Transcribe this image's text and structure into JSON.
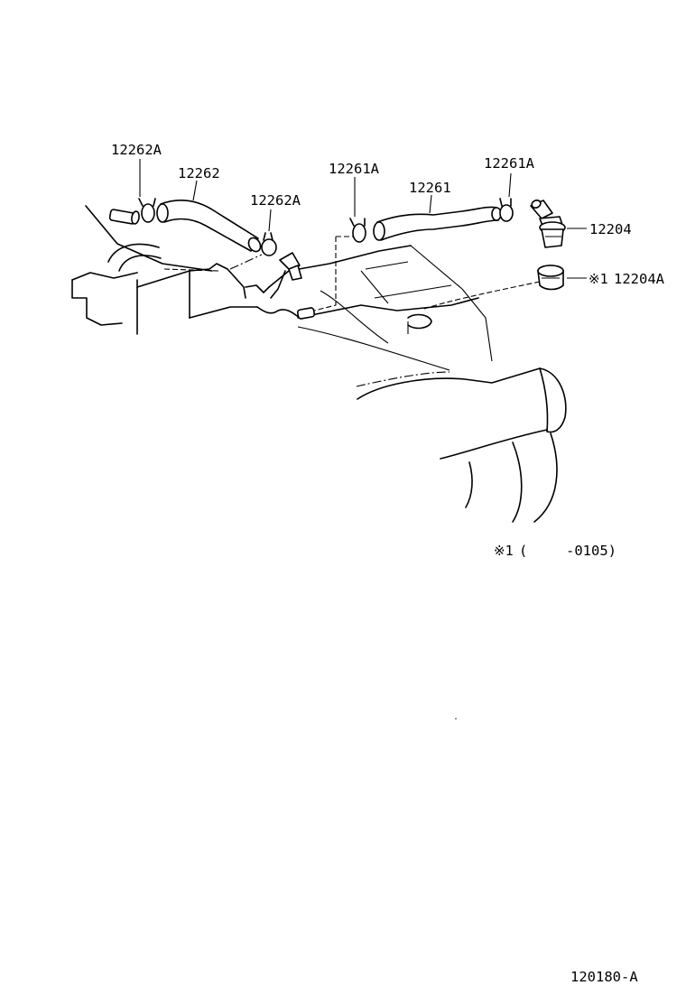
{
  "labels": {
    "clamp_12262a_left": "12262A",
    "hose_12262": "12262",
    "clamp_12262a_right": "12262A",
    "clamp_12261a_left": "12261A",
    "hose_12261": "12261",
    "clamp_12261a_right": "12261A",
    "pcv_valve_12204": "12204",
    "grommet_mark": "※1",
    "grommet_12204a": "12204A"
  },
  "footnote": {
    "mark": "※1",
    "paren_open": "(",
    "range": "-0105)"
  },
  "diagram_id": "120180-A"
}
